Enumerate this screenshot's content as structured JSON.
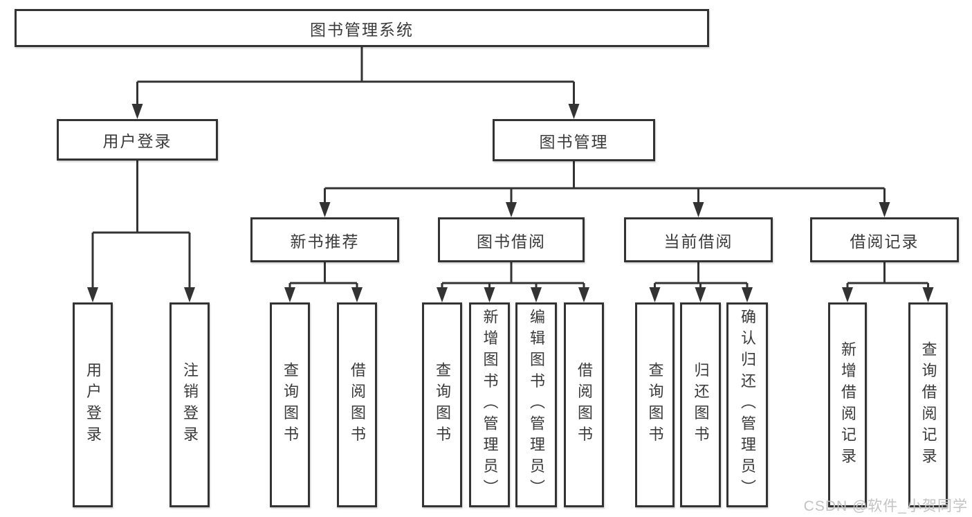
{
  "tree": {
    "root": "图书管理系统",
    "login": {
      "label": "用户登录",
      "children": [
        "用户登录",
        "注销登录"
      ]
    },
    "mgmt": {
      "label": "图书管理",
      "recommend": {
        "label": "新书推荐",
        "children": [
          "查询图书",
          "借阅图书"
        ]
      },
      "borrow": {
        "label": "图书借阅",
        "children": [
          "查询图书",
          "新增图书（管理员）",
          "编辑图书（管理员）",
          "借阅图书"
        ]
      },
      "current": {
        "label": "当前借阅",
        "children": [
          "查询图书",
          "归还图书",
          "确认归还（管理员）"
        ]
      },
      "records": {
        "label": "借阅记录",
        "children": [
          "新增借阅记录",
          "查询借阅记录"
        ]
      }
    }
  },
  "watermark": "CSDN @软件_小贺同学",
  "colors": {
    "line": "#333333",
    "box_border": "#333333",
    "box_background": "#ffffff",
    "text": "#3a3a3a",
    "watermark": "#c3c3c3"
  }
}
